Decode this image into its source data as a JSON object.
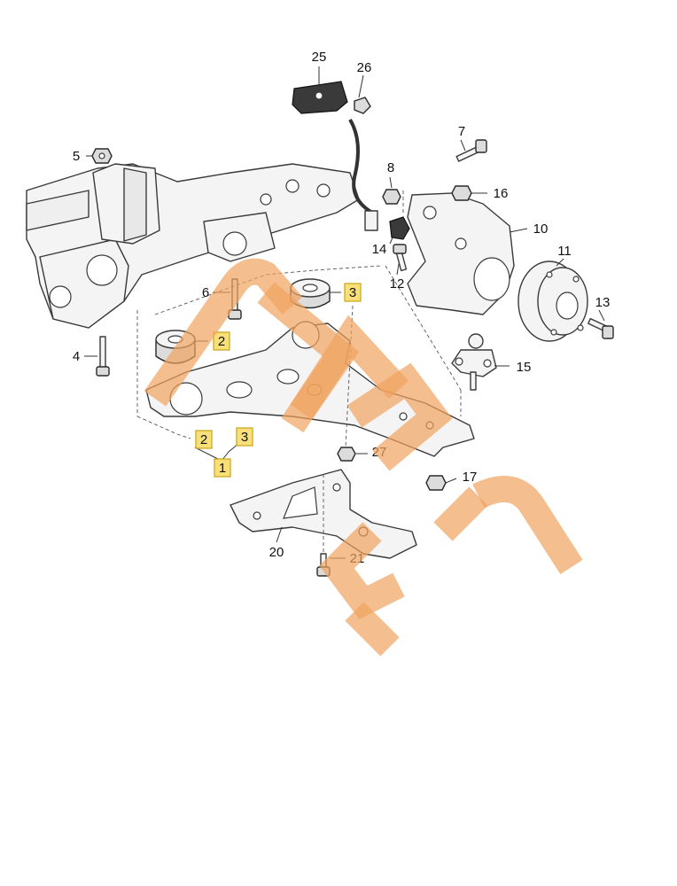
{
  "callouts": [
    {
      "id": "c1",
      "label": "1",
      "highlight": true
    },
    {
      "id": "c2a",
      "label": "2",
      "highlight": true
    },
    {
      "id": "c2b",
      "label": "2",
      "highlight": true
    },
    {
      "id": "c3a",
      "label": "3",
      "highlight": true
    },
    {
      "id": "c3b",
      "label": "3",
      "highlight": true
    },
    {
      "id": "c4",
      "label": "4"
    },
    {
      "id": "c5",
      "label": "5"
    },
    {
      "id": "c6",
      "label": "6"
    },
    {
      "id": "c7",
      "label": "7"
    },
    {
      "id": "c8",
      "label": "8"
    },
    {
      "id": "c10",
      "label": "10"
    },
    {
      "id": "c11",
      "label": "11"
    },
    {
      "id": "c12",
      "label": "12"
    },
    {
      "id": "c13",
      "label": "13"
    },
    {
      "id": "c14",
      "label": "14"
    },
    {
      "id": "c15",
      "label": "15"
    },
    {
      "id": "c16",
      "label": "16"
    },
    {
      "id": "c17",
      "label": "17"
    },
    {
      "id": "c20",
      "label": "20"
    },
    {
      "id": "c21",
      "label": "21"
    },
    {
      "id": "c25",
      "label": "25"
    },
    {
      "id": "c26",
      "label": "26"
    },
    {
      "id": "c27",
      "label": "27"
    }
  ],
  "colors": {
    "highlight_fill": "#f7e07a",
    "watermark": "#f0a35e"
  }
}
